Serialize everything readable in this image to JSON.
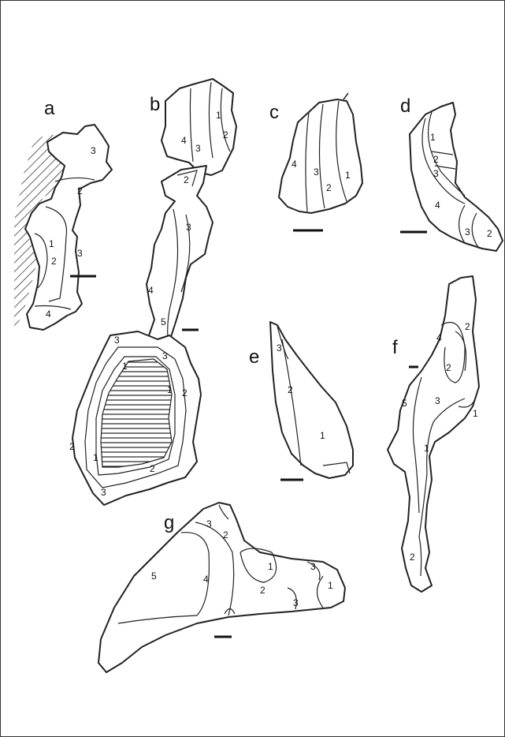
{
  "panels": {
    "a": {
      "label": "a",
      "zones": [
        "3",
        "2",
        "1",
        "2",
        "3",
        "4"
      ]
    },
    "b": {
      "label": "b",
      "zones": [
        "1",
        "2",
        "3",
        "4",
        "2",
        "3",
        "4",
        "5",
        "3",
        "1",
        "3",
        "1",
        "2",
        "2",
        "1",
        "2",
        "3"
      ]
    },
    "c": {
      "label": "c",
      "zones": [
        "4",
        "3",
        "2",
        "1"
      ]
    },
    "d": {
      "label": "d",
      "zones": [
        "1",
        "2",
        "3",
        "4",
        "3",
        "2"
      ]
    },
    "e": {
      "label": "e",
      "zones": [
        "3",
        "2",
        "1"
      ]
    },
    "f": {
      "label": "f",
      "zones": [
        "2",
        "4",
        "2",
        "5",
        "3",
        "1",
        "1",
        "2"
      ]
    },
    "g": {
      "label": "g",
      "zones": [
        "3",
        "2",
        "5",
        "4",
        "1",
        "3",
        "2",
        "3",
        "1"
      ]
    }
  },
  "colors": {
    "ink": "#222222",
    "background": "#ffffff",
    "hatch_fill": "#f4f4f4"
  }
}
